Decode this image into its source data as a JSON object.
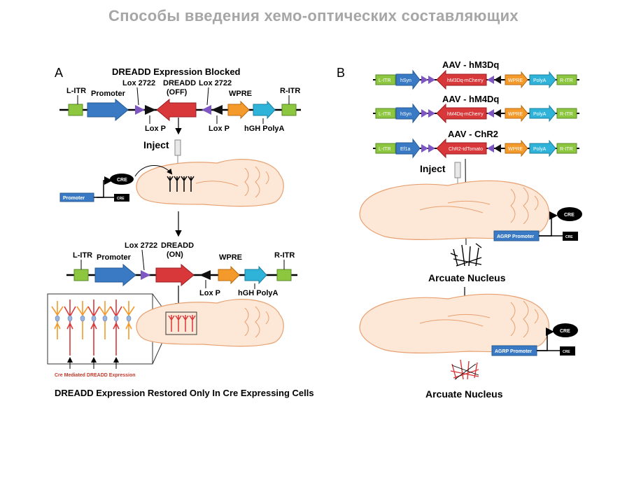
{
  "slide": {
    "title": "Способы введения хемо-оптических составляющих"
  },
  "panel_a": {
    "letter": "A",
    "title": "DREADD Expression Blocked",
    "labels": {
      "litr": "L-ITR",
      "promoter": "Promoter",
      "lox2722_left": "Lox 2722",
      "dreadd_off": "DREADD",
      "off": "(OFF)",
      "lox2722_right": "Lox 2722",
      "wpre": "WPRE",
      "ritr": "R-ITR",
      "loxp_left": "Lox P",
      "loxp_right": "Lox P",
      "polya": "hGH PolyA"
    },
    "inject": "Inject",
    "promoter_box": "Promoter",
    "cre_ellipse": "CRE",
    "cre_box": "CRE",
    "labels_on": {
      "litr": "L-ITR",
      "promoter": "Promoter",
      "lox2722": "Lox 2722",
      "dreadd": "DREADD",
      "on": "(ON)",
      "wpre": "WPRE",
      "ritr": "R-ITR",
      "loxp": "Lox P",
      "polya": "hGH PolyA"
    },
    "inset_caption": "Cre Mediated DREADD Expression",
    "bottom_caption": "DREADD Expression Restored Only In Cre Expressing Cells"
  },
  "panel_b": {
    "letter": "B",
    "constructs": [
      {
        "title": "AAV - hM3Dq",
        "litr": "L-ITR",
        "promoter": "hSyn",
        "gene": "hM3Dq-mCherry",
        "wpre": "WPRE",
        "polya": "PolyA",
        "ritr": "R-ITR"
      },
      {
        "title": "AAV - hM4Dq",
        "litr": "L-ITR",
        "promoter": "hSyn",
        "gene": "hM4Dq-mCherry",
        "wpre": "WPRE",
        "polya": "PolyA",
        "ritr": "R-ITR"
      },
      {
        "title": "AAV - ChR2",
        "litr": "L-ITR",
        "promoter": "Ef1a",
        "gene": "ChR2-tdTomato",
        "wpre": "WPRE",
        "polya": "PolyA",
        "ritr": "R-ITR"
      }
    ],
    "inject": "Inject",
    "agrp_top": "AGRP Promoter",
    "cre_ellipse_top": "CRE",
    "cre_box_top": "CRE",
    "nucleus_top": "Arcuate Nucleus",
    "agrp_bottom": "AGRP Promoter",
    "cre_ellipse_bottom": "CRE",
    "cre_box_bottom": "CRE",
    "nucleus_bottom": "Arcuate Nucleus"
  },
  "colors": {
    "itr_green": "#8dc63f",
    "promoter_blue": "#3a7ac4",
    "lox_purple": "#7e57c2",
    "dreadd_red": "#d9383a",
    "wpre_orange": "#f39a2b",
    "polya_cyan": "#2fb3d9",
    "brain_fill": "#fde8d8",
    "brain_stroke": "#e8a070"
  }
}
